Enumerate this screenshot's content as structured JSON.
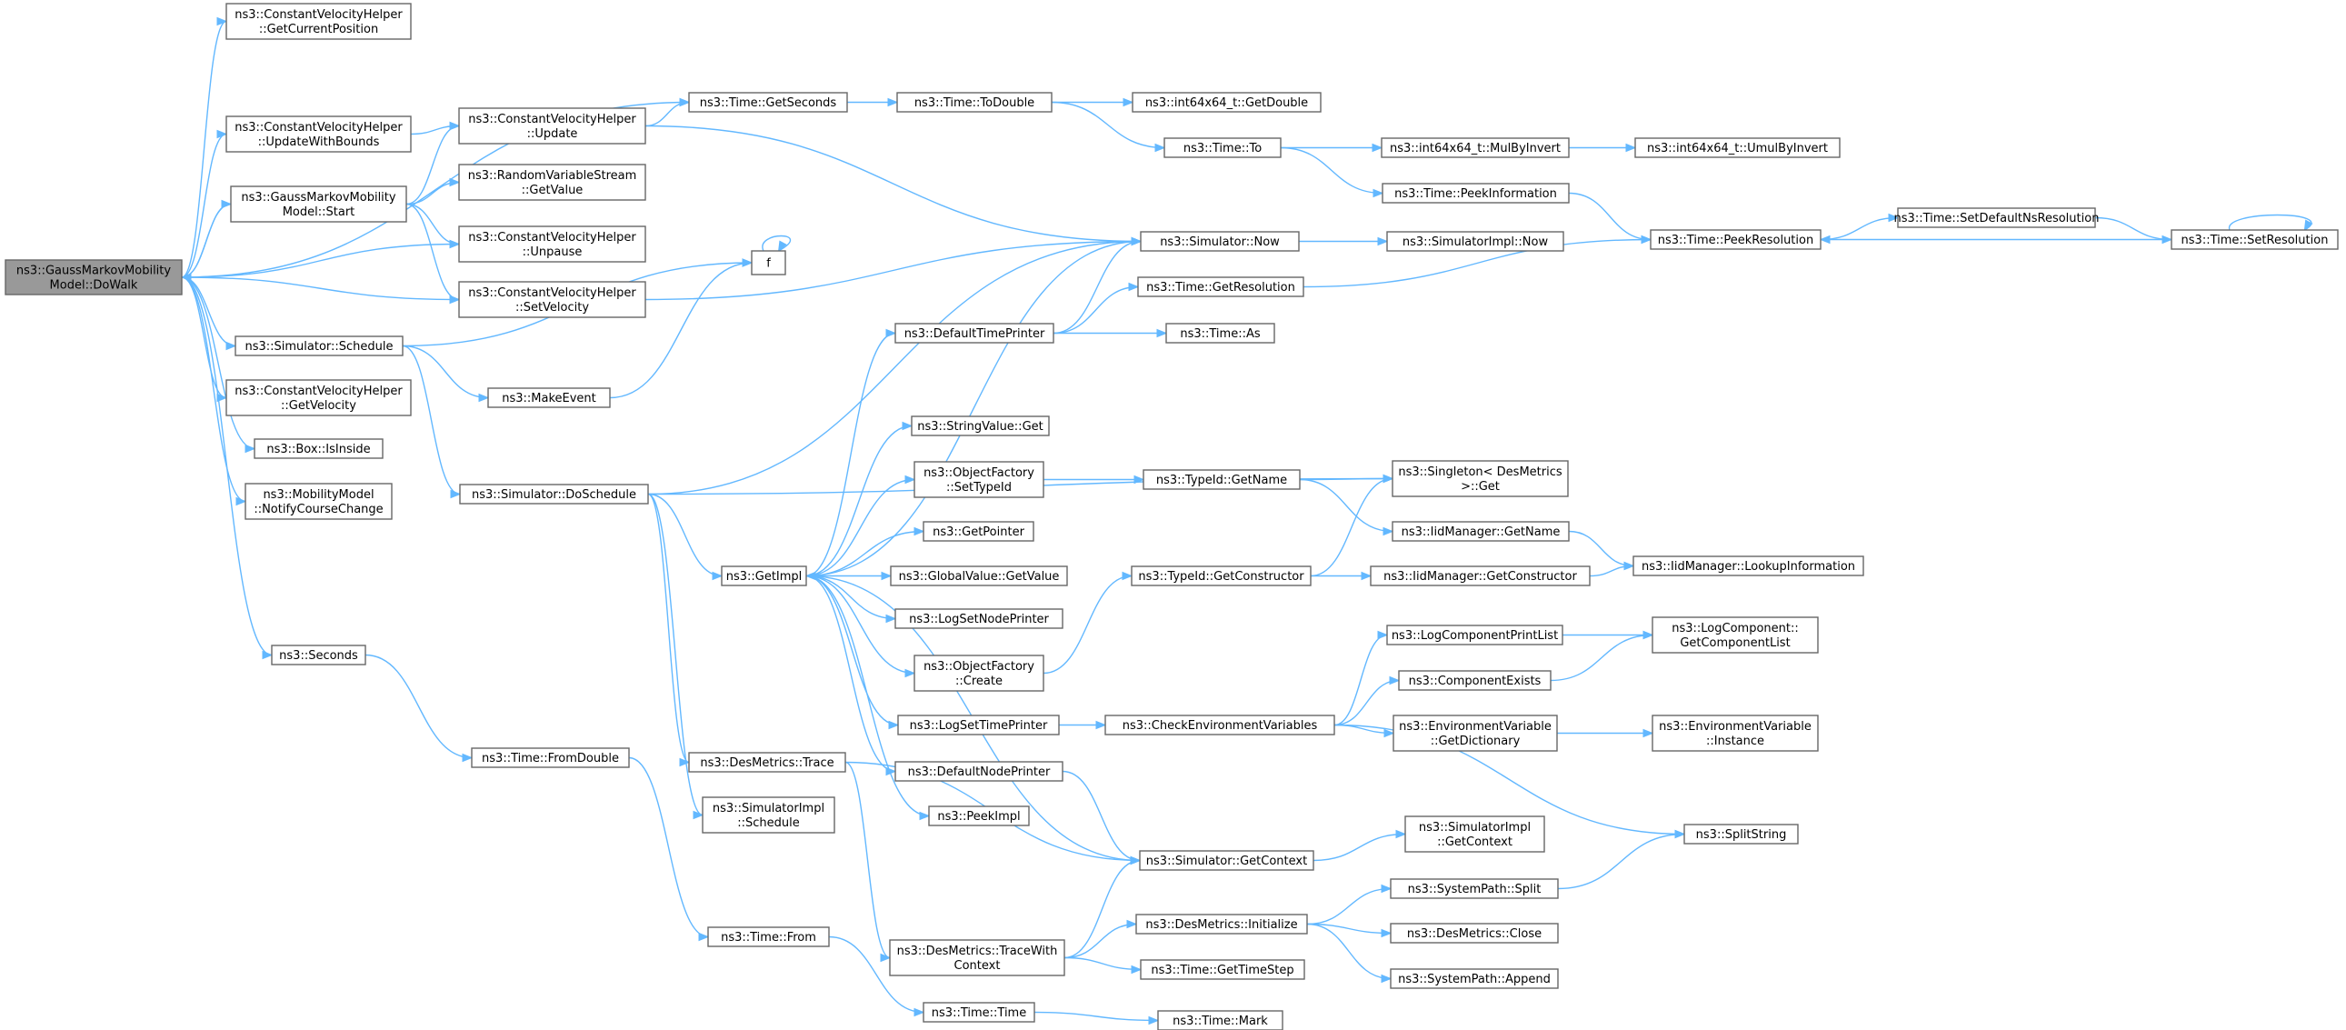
{
  "graph": {
    "root": "dowalk",
    "nodes": [
      {
        "id": "dowalk",
        "lines": [
          "ns3::GaussMarkovMobility",
          "Model::DoWalk"
        ]
      },
      {
        "id": "cvh_getpos",
        "lines": [
          "ns3::ConstantVelocityHelper",
          "::GetCurrentPosition"
        ]
      },
      {
        "id": "cvh_updb",
        "lines": [
          "ns3::ConstantVelocityHelper",
          "::UpdateWithBounds"
        ]
      },
      {
        "id": "gmm_start",
        "lines": [
          "ns3::GaussMarkovMobility",
          "Model::Start"
        ]
      },
      {
        "id": "cvh_update",
        "lines": [
          "ns3::ConstantVelocityHelper",
          "::Update"
        ]
      },
      {
        "id": "rvs_getval",
        "lines": [
          "ns3::RandomVariableStream",
          "::GetValue"
        ]
      },
      {
        "id": "cvh_unpause",
        "lines": [
          "ns3::ConstantVelocityHelper",
          "::Unpause"
        ]
      },
      {
        "id": "cvh_setvel",
        "lines": [
          "ns3::ConstantVelocityHelper",
          "::SetVelocity"
        ]
      },
      {
        "id": "sim_sched",
        "lines": [
          "ns3::Simulator::Schedule"
        ]
      },
      {
        "id": "cvh_getvel",
        "lines": [
          "ns3::ConstantVelocityHelper",
          "::GetVelocity"
        ]
      },
      {
        "id": "box_inside",
        "lines": [
          "ns3::Box::IsInside"
        ]
      },
      {
        "id": "mm_notify",
        "lines": [
          "ns3::MobilityModel",
          "::NotifyCourseChange"
        ]
      },
      {
        "id": "seconds",
        "lines": [
          "ns3::Seconds"
        ]
      },
      {
        "id": "time_getsec",
        "lines": [
          "ns3::Time::GetSeconds"
        ]
      },
      {
        "id": "time_todouble",
        "lines": [
          "ns3::Time::ToDouble"
        ]
      },
      {
        "id": "i64_getdouble",
        "lines": [
          "ns3::int64x64_t::GetDouble"
        ]
      },
      {
        "id": "time_to",
        "lines": [
          "ns3::Time::To"
        ]
      },
      {
        "id": "i64_mulbyinv",
        "lines": [
          "ns3::int64x64_t::MulByInvert"
        ]
      },
      {
        "id": "i64_umulbyinv",
        "lines": [
          "ns3::int64x64_t::UmulByInvert"
        ]
      },
      {
        "id": "time_peekinfo",
        "lines": [
          "ns3::Time::PeekInformation"
        ]
      },
      {
        "id": "time_peekres",
        "lines": [
          "ns3::Time::PeekResolution"
        ]
      },
      {
        "id": "time_setdefres",
        "lines": [
          "ns3::Time::SetDefaultNsResolution"
        ]
      },
      {
        "id": "time_setres",
        "lines": [
          "ns3::Time::SetResolution"
        ]
      },
      {
        "id": "sim_now",
        "lines": [
          "ns3::Simulator::Now"
        ]
      },
      {
        "id": "simimpl_now",
        "lines": [
          "ns3::SimulatorImpl::Now"
        ]
      },
      {
        "id": "f",
        "lines": [
          "f"
        ]
      },
      {
        "id": "makeevent",
        "lines": [
          "ns3::MakeEvent"
        ]
      },
      {
        "id": "time_getres",
        "lines": [
          "ns3::Time::GetResolution"
        ]
      },
      {
        "id": "deftimeprinter",
        "lines": [
          "ns3::DefaultTimePrinter"
        ]
      },
      {
        "id": "time_as",
        "lines": [
          "ns3::Time::As"
        ]
      },
      {
        "id": "sim_dosched",
        "lines": [
          "ns3::Simulator::DoSchedule"
        ]
      },
      {
        "id": "strval_get",
        "lines": [
          "ns3::StringValue::Get"
        ]
      },
      {
        "id": "singleton_get",
        "lines": [
          "ns3::Singleton< DesMetrics",
          ">::Get"
        ]
      },
      {
        "id": "objf_settypeid",
        "lines": [
          "ns3::ObjectFactory",
          "::SetTypeId"
        ]
      },
      {
        "id": "typeid_getname",
        "lines": [
          "ns3::TypeId::GetName"
        ]
      },
      {
        "id": "iidm_getname",
        "lines": [
          "ns3::IidManager::GetName"
        ]
      },
      {
        "id": "getpointer",
        "lines": [
          "ns3::GetPointer"
        ]
      },
      {
        "id": "getimpl",
        "lines": [
          "ns3::GetImpl"
        ]
      },
      {
        "id": "gv_getvalue",
        "lines": [
          "ns3::GlobalValue::GetValue"
        ]
      },
      {
        "id": "typeid_getctor",
        "lines": [
          "ns3::TypeId::GetConstructor"
        ]
      },
      {
        "id": "iidm_getctor",
        "lines": [
          "ns3::IidManager::GetConstructor"
        ]
      },
      {
        "id": "iidm_lookup",
        "lines": [
          "ns3::IidManager::LookupInformation"
        ]
      },
      {
        "id": "logsetnodeprinter",
        "lines": [
          "ns3::LogSetNodePrinter"
        ]
      },
      {
        "id": "objf_create",
        "lines": [
          "ns3::ObjectFactory",
          "::Create"
        ]
      },
      {
        "id": "logcompprintlist",
        "lines": [
          "ns3::LogComponentPrintList"
        ]
      },
      {
        "id": "logcomp_getlist",
        "lines": [
          "ns3::LogComponent::",
          "GetComponentList"
        ]
      },
      {
        "id": "compexists",
        "lines": [
          "ns3::ComponentExists"
        ]
      },
      {
        "id": "logsettimeprinter",
        "lines": [
          "ns3::LogSetTimePrinter"
        ]
      },
      {
        "id": "checkenv",
        "lines": [
          "ns3::CheckEnvironmentVariables"
        ]
      },
      {
        "id": "envvar_getdict",
        "lines": [
          "ns3::EnvironmentVariable",
          "::GetDictionary"
        ]
      },
      {
        "id": "envvar_instance",
        "lines": [
          "ns3::EnvironmentVariable",
          "::Instance"
        ]
      },
      {
        "id": "time_fromdouble",
        "lines": [
          "ns3::Time::FromDouble"
        ]
      },
      {
        "id": "desm_trace",
        "lines": [
          "ns3::DesMetrics::Trace"
        ]
      },
      {
        "id": "defnodeprinter",
        "lines": [
          "ns3::DefaultNodePrinter"
        ]
      },
      {
        "id": "simimpl_sched",
        "lines": [
          "ns3::SimulatorImpl",
          "::Schedule"
        ]
      },
      {
        "id": "peekimpl",
        "lines": [
          "ns3::PeekImpl"
        ]
      },
      {
        "id": "splitstring",
        "lines": [
          "ns3::SplitString"
        ]
      },
      {
        "id": "simimpl_getctx",
        "lines": [
          "ns3::SimulatorImpl",
          "::GetContext"
        ]
      },
      {
        "id": "sim_getctx",
        "lines": [
          "ns3::Simulator::GetContext"
        ]
      },
      {
        "id": "syspath_split",
        "lines": [
          "ns3::SystemPath::Split"
        ]
      },
      {
        "id": "desm_init",
        "lines": [
          "ns3::DesMetrics::Initialize"
        ]
      },
      {
        "id": "desm_close",
        "lines": [
          "ns3::DesMetrics::Close"
        ]
      },
      {
        "id": "time_from",
        "lines": [
          "ns3::Time::From"
        ]
      },
      {
        "id": "desm_tracectx",
        "lines": [
          "ns3::DesMetrics::TraceWith",
          "Context"
        ]
      },
      {
        "id": "time_gettimestep",
        "lines": [
          "ns3::Time::GetTimeStep"
        ]
      },
      {
        "id": "syspath_append",
        "lines": [
          "ns3::SystemPath::Append"
        ]
      },
      {
        "id": "time_time",
        "lines": [
          "ns3::Time::Time"
        ]
      },
      {
        "id": "time_mark",
        "lines": [
          "ns3::Time::Mark"
        ]
      }
    ],
    "edges": [
      [
        "dowalk",
        "cvh_getpos"
      ],
      [
        "dowalk",
        "time_getsec"
      ],
      [
        "dowalk",
        "cvh_updb"
      ],
      [
        "dowalk",
        "gmm_start"
      ],
      [
        "dowalk",
        "cvh_unpause"
      ],
      [
        "dowalk",
        "cvh_setvel"
      ],
      [
        "dowalk",
        "sim_sched"
      ],
      [
        "dowalk",
        "cvh_getvel"
      ],
      [
        "dowalk",
        "box_inside"
      ],
      [
        "dowalk",
        "mm_notify"
      ],
      [
        "dowalk",
        "seconds"
      ],
      [
        "cvh_updb",
        "cvh_update"
      ],
      [
        "gmm_start",
        "dowalk"
      ],
      [
        "gmm_start",
        "cvh_update"
      ],
      [
        "gmm_start",
        "rvs_getval"
      ],
      [
        "gmm_start",
        "cvh_unpause"
      ],
      [
        "gmm_start",
        "cvh_setvel"
      ],
      [
        "cvh_update",
        "time_getsec"
      ],
      [
        "cvh_update",
        "sim_now"
      ],
      [
        "cvh_setvel",
        "sim_now"
      ],
      [
        "time_getsec",
        "time_todouble"
      ],
      [
        "time_todouble",
        "i64_getdouble"
      ],
      [
        "time_todouble",
        "time_to"
      ],
      [
        "time_to",
        "i64_mulbyinv"
      ],
      [
        "time_to",
        "time_peekinfo"
      ],
      [
        "i64_mulbyinv",
        "i64_umulbyinv"
      ],
      [
        "time_peekinfo",
        "time_peekres"
      ],
      [
        "time_peekres",
        "time_setdefres"
      ],
      [
        "time_setdefres",
        "time_setres"
      ],
      [
        "time_setres",
        "time_peekres"
      ],
      [
        "time_setres",
        "time_setres"
      ],
      [
        "sim_now",
        "simimpl_now"
      ],
      [
        "sim_sched",
        "f"
      ],
      [
        "sim_sched",
        "makeevent"
      ],
      [
        "sim_sched",
        "sim_dosched"
      ],
      [
        "makeevent",
        "f"
      ],
      [
        "f",
        "f"
      ],
      [
        "sim_dosched",
        "sim_now"
      ],
      [
        "sim_dosched",
        "singleton_get"
      ],
      [
        "sim_dosched",
        "getimpl"
      ],
      [
        "sim_dosched",
        "desm_trace"
      ],
      [
        "sim_dosched",
        "simimpl_sched"
      ],
      [
        "getimpl",
        "sim_now"
      ],
      [
        "getimpl",
        "deftimeprinter"
      ],
      [
        "getimpl",
        "strval_get"
      ],
      [
        "getimpl",
        "objf_settypeid"
      ],
      [
        "getimpl",
        "getpointer"
      ],
      [
        "getimpl",
        "gv_getvalue"
      ],
      [
        "getimpl",
        "logsetnodeprinter"
      ],
      [
        "getimpl",
        "objf_create"
      ],
      [
        "getimpl",
        "logsettimeprinter"
      ],
      [
        "getimpl",
        "defnodeprinter"
      ],
      [
        "getimpl",
        "peekimpl"
      ],
      [
        "deftimeprinter",
        "sim_now"
      ],
      [
        "deftimeprinter",
        "time_getres"
      ],
      [
        "deftimeprinter",
        "time_as"
      ],
      [
        "time_getres",
        "time_peekres"
      ],
      [
        "objf_settypeid",
        "typeid_getname"
      ],
      [
        "typeid_getname",
        "singleton_get"
      ],
      [
        "typeid_getname",
        "iidm_getname"
      ],
      [
        "iidm_getname",
        "iidm_lookup"
      ],
      [
        "objf_create",
        "typeid_getctor"
      ],
      [
        "typeid_getctor",
        "singleton_get"
      ],
      [
        "typeid_getctor",
        "iidm_getctor"
      ],
      [
        "iidm_getctor",
        "iidm_lookup"
      ],
      [
        "logsettimeprinter",
        "checkenv"
      ],
      [
        "checkenv",
        "logcompprintlist"
      ],
      [
        "checkenv",
        "compexists"
      ],
      [
        "checkenv",
        "envvar_getdict"
      ],
      [
        "checkenv",
        "splitstring"
      ],
      [
        "logcompprintlist",
        "logcomp_getlist"
      ],
      [
        "compexists",
        "logcomp_getlist"
      ],
      [
        "envvar_getdict",
        "envvar_instance"
      ],
      [
        "defnodeprinter",
        "sim_getctx"
      ],
      [
        "desm_trace",
        "sim_getctx"
      ],
      [
        "desm_trace",
        "desm_tracectx"
      ],
      [
        "sim_getctx",
        "getimpl"
      ],
      [
        "sim_getctx",
        "simimpl_getctx"
      ],
      [
        "desm_tracectx",
        "sim_getctx"
      ],
      [
        "desm_tracectx",
        "desm_init"
      ],
      [
        "desm_tracectx",
        "time_gettimestep"
      ],
      [
        "desm_init",
        "syspath_split"
      ],
      [
        "desm_init",
        "desm_close"
      ],
      [
        "desm_init",
        "syspath_append"
      ],
      [
        "syspath_split",
        "splitstring"
      ],
      [
        "seconds",
        "time_fromdouble"
      ],
      [
        "time_fromdouble",
        "time_from"
      ],
      [
        "time_from",
        "time_time"
      ],
      [
        "time_time",
        "time_mark"
      ]
    ]
  },
  "colors": {
    "edge": "#63b8ff",
    "node_border": "#666666",
    "root_fill": "#999999",
    "node_fill": "#ffffff"
  }
}
